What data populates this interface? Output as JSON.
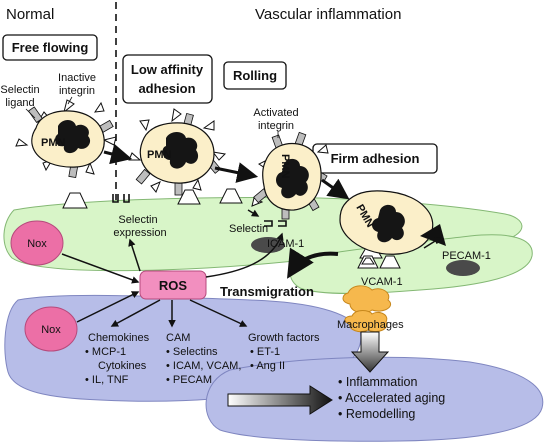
{
  "headings": {
    "normal": "Normal",
    "vascular": "Vascular inflammation"
  },
  "boxes": {
    "free_flowing": "Free flowing",
    "low_affinity_1": "Low affinity",
    "low_affinity_2": "adhesion",
    "rolling": "Rolling",
    "firm_adhesion": "Firm adhesion"
  },
  "labels": {
    "selectin_ligand_1": "Selectin",
    "selectin_ligand_2": "ligand",
    "inactive_integrin_1": "Inactive",
    "inactive_integrin_2": "integrin",
    "activated_integrin_1": "Activated",
    "activated_integrin_2": "integrin",
    "selectin_expression_1": "Selectin",
    "selectin_expression_2": "expression",
    "selectin": "Selectin",
    "icam1": "ICAM-1",
    "pecam1": "PECAM-1",
    "vcam1": "VCAM-1",
    "transmigration": "Transmigration",
    "macrophages": "Macrophages",
    "nox": "Nox",
    "ros": "ROS",
    "pmn": "PMN"
  },
  "categories": {
    "chemokines": {
      "title": "Chemokines",
      "items": [
        "MCP-1"
      ],
      "sub_title": "Cytokines",
      "sub_items": [
        "IL, TNF"
      ]
    },
    "cam": {
      "title": "CAM",
      "items": [
        "Selectins",
        "ICAM, VCAM,",
        "PECAM"
      ]
    },
    "growth": {
      "title": "Growth factors",
      "items": [
        "ET-1",
        "Ang II"
      ]
    }
  },
  "outcomes": [
    "Inflammation",
    "Accelerated aging",
    "Remodelling"
  ],
  "colors": {
    "endothelium": "#d8f5c8",
    "tissue": "#b7bde8",
    "pmn_cell": "#fbefc9",
    "nox": "#ec6fa6",
    "ros": "#f28fbf",
    "macrophage": "#f6b84d",
    "nucleus": "#151515"
  }
}
